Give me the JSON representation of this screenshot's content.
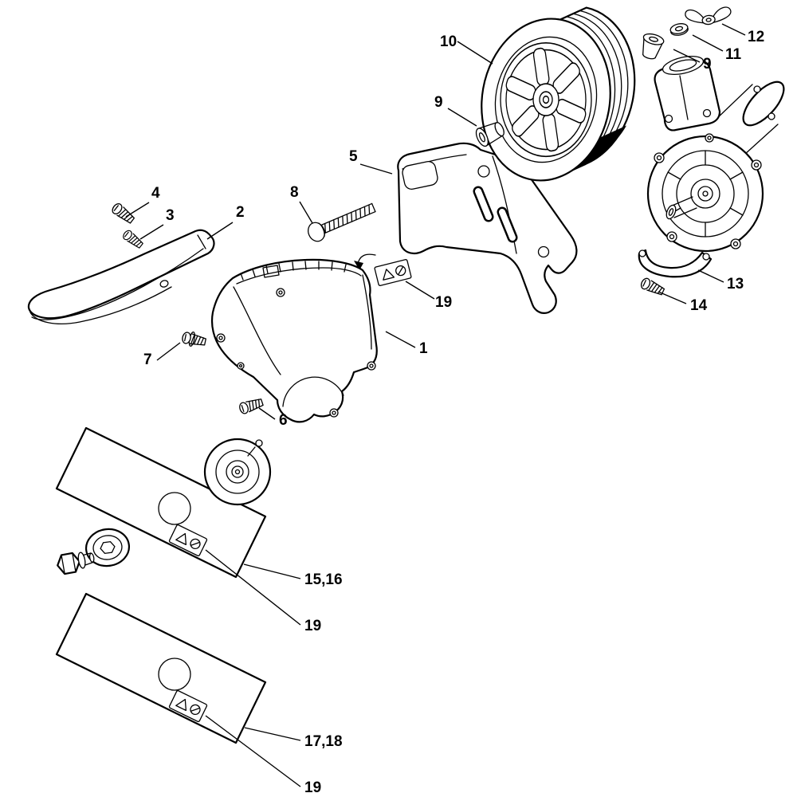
{
  "page": {
    "background": "#ffffff",
    "line_color": "#000000",
    "type": "exploded-parts-diagram"
  },
  "diagram": {
    "callouts": {
      "n10": "10",
      "n9_top": "9",
      "n11": "11",
      "n12": "12",
      "n9_mid": "9",
      "n5": "5",
      "n8": "8",
      "n4": "4",
      "n3": "3",
      "n2": "2",
      "n13": "13",
      "n14": "14",
      "n19_guard": "19",
      "n1": "1",
      "n7": "7",
      "n6": "6",
      "n15_16": "15,16",
      "n19_blade1": "19",
      "n17_18": "17,18",
      "n19_blade2": "19"
    },
    "stickers": {
      "warning_label_icons": [
        "warning-triangle-icon",
        "thrown-objects-icon"
      ]
    }
  }
}
